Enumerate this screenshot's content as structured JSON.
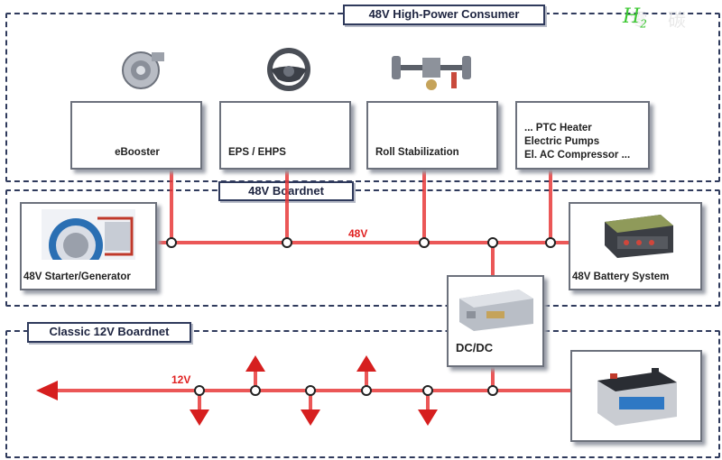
{
  "regions": {
    "consumer_title": "48V High-Power Consumer",
    "boardnet48_title": "48V Boardnet",
    "boardnet12_title": "Classic 12V Boardnet"
  },
  "consumers": [
    {
      "label": "eBooster",
      "icon": "turbocharger-icon"
    },
    {
      "label": "EPS / EHPS",
      "icon": "steering-wheel-icon"
    },
    {
      "label": "Roll Stabilization",
      "icon": "axle-stabilizer-icon"
    },
    {
      "label": "... PTC Heater\nElectric Pumps\nEl. AC Compressor ..."
    }
  ],
  "components": {
    "starter_generator": "48V Starter/Generator",
    "battery_48": "48V Battery System",
    "dcdc": "DC/DC",
    "battery_12": ""
  },
  "wires": {
    "v48": "48V",
    "v12": "12V"
  },
  "colors": {
    "wire": "#e8393a",
    "node": "#ffffff",
    "border": "#2f3a5c",
    "arrow": "#d61f1f"
  },
  "watermark": {
    "text": "零 碳",
    "logo": "H",
    "logo_sub": "2"
  }
}
